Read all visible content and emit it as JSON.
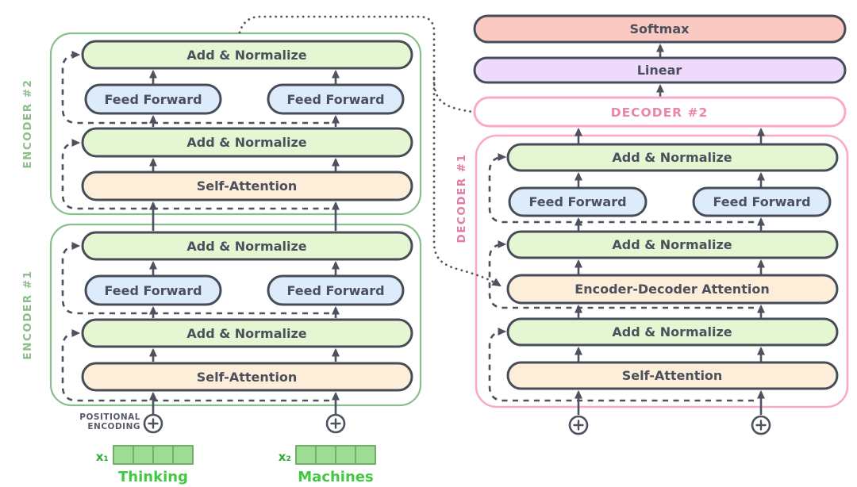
{
  "colors": {
    "add_normalize_fill": "#e5f6d3",
    "feed_forward_fill": "#dcecfb",
    "attention_fill": "#fdeeda",
    "softmax_fill": "#fac9c2",
    "linear_fill": "#eedafa",
    "encoder_border": "#8cbd8c",
    "encoder_label": "#8cbd8c",
    "decoder_border": "#fba9c9",
    "decoder_label": "#e27da6",
    "decoder2_text": "#ec85ad",
    "box_border": "#474c58",
    "line_color": "#4d525e",
    "vector_fill": "#9edc96",
    "vector_border": "#69a861",
    "x_label_green": "#2fae3e",
    "word_green": "#41c941"
  },
  "encoder2": {
    "label": "ENCODER #2",
    "add_norm_top": "Add & Normalize",
    "feed_forward_left": "Feed Forward",
    "feed_forward_right": "Feed Forward",
    "add_norm_bottom": "Add & Normalize",
    "self_attention": "Self-Attention"
  },
  "encoder1": {
    "label": "ENCODER #1",
    "add_norm_top": "Add & Normalize",
    "feed_forward_left": "Feed Forward",
    "feed_forward_right": "Feed Forward",
    "add_norm_bottom": "Add & Normalize",
    "self_attention": "Self-Attention"
  },
  "output_layers": {
    "softmax": "Softmax",
    "linear": "Linear"
  },
  "decoder2": {
    "label": "DECODER #2"
  },
  "decoder1": {
    "label": "DECODER #1",
    "add_norm_top": "Add & Normalize",
    "feed_forward_left": "Feed Forward",
    "feed_forward_right": "Feed Forward",
    "add_norm_middle": "Add & Normalize",
    "encoder_decoder_attention": "Encoder-Decoder Attention",
    "add_norm_bottom": "Add & Normalize",
    "self_attention": "Self-Attention"
  },
  "inputs": {
    "positional_encoding_line1": "POSITIONAL",
    "positional_encoding_line2": "ENCODING",
    "x1": "x₁",
    "x2": "x₂",
    "word1": "Thinking",
    "word2": "Machines"
  }
}
